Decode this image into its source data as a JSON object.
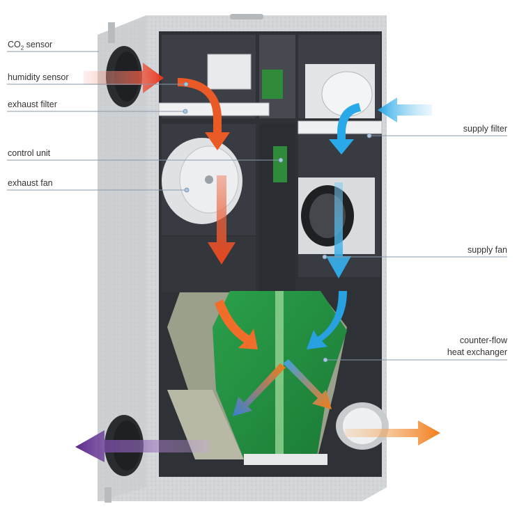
{
  "labels": {
    "co2_main": "CO",
    "co2_sub": "2",
    "co2_rest": " sensor",
    "humidity_sensor": "humidity sensor",
    "exhaust_filter": "exhaust filter",
    "control_unit": "control unit",
    "exhaust_fan": "exhaust fan",
    "supply_filter": "supply filter",
    "supply_fan": "supply fan",
    "heat_exchanger_line1": "counter-flow",
    "heat_exchanger_line2": "heat exchanger"
  },
  "colors": {
    "extract_air": "#e8351c",
    "exhaust_air": "#6a2a9a",
    "outdoor_air": "#29a9e8",
    "supply_air": "#f07d1a",
    "exchanger": "#238a3e",
    "housing": "#d6d8da",
    "leader_line": "#8a9aab"
  }
}
